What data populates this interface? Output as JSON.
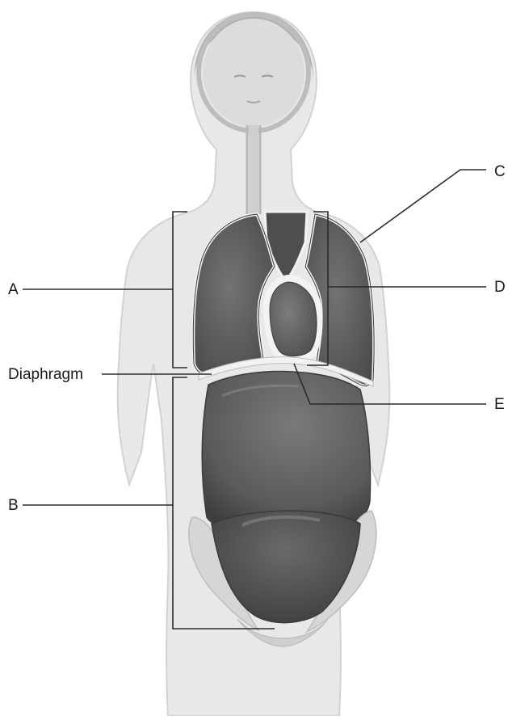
{
  "labels": {
    "a": "A",
    "b": "B",
    "c": "C",
    "d": "D",
    "e": "E",
    "diaphragm": "Diaphragm"
  },
  "colors": {
    "body_fill": "#e8e8e8",
    "body_outline": "#d4d4d4",
    "cavity_dark": "#5c5c5c",
    "membrane": "#f2f2f2",
    "leader_line": "#2a2a2a"
  }
}
